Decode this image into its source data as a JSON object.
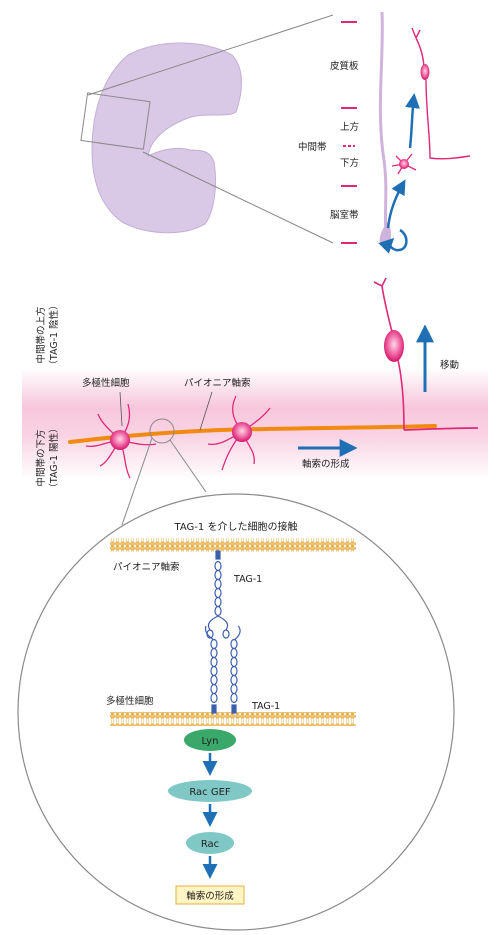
{
  "top_panel": {
    "layer_cortical_plate": "皮質板",
    "layer_upper": "上方",
    "layer_intermediate_zone": "中間帯",
    "layer_lower": "下方",
    "layer_ventricular_zone": "脳室帯"
  },
  "middle_panel": {
    "region_upper_line1": "中間帯の上方",
    "region_upper_line2": "（TAG-1 陰性）",
    "region_lower_line1": "中間帯の下方",
    "region_lower_line2": "（TAG-1 陽性）",
    "label_multipolar_cell": "多極性細胞",
    "label_pioneer_axon": "パイオニア軸索",
    "label_migration": "移動",
    "label_axon_formation": "軸索の形成"
  },
  "bottom_panel": {
    "title": "TAG-1 を介した細胞の接触",
    "label_pioneer_axon": "パイオニア軸索",
    "label_tag1_top": "TAG-1",
    "label_multipolar_cell": "多極性細胞",
    "label_tag1_bottom": "TAG-1",
    "node_lyn": "Lyn",
    "node_rac_gef": "Rac GEF",
    "node_rac": "Rac",
    "node_outcome": "軸索の形成"
  },
  "colors": {
    "magenta": "#e0287a",
    "orange": "#f08a10",
    "blue": "#1f6fb5",
    "brain": "#d9c8e6",
    "node_green": "#3aa86a",
    "node_teal": "#7fc8c6",
    "outcome_fill": "#fff5c4"
  }
}
